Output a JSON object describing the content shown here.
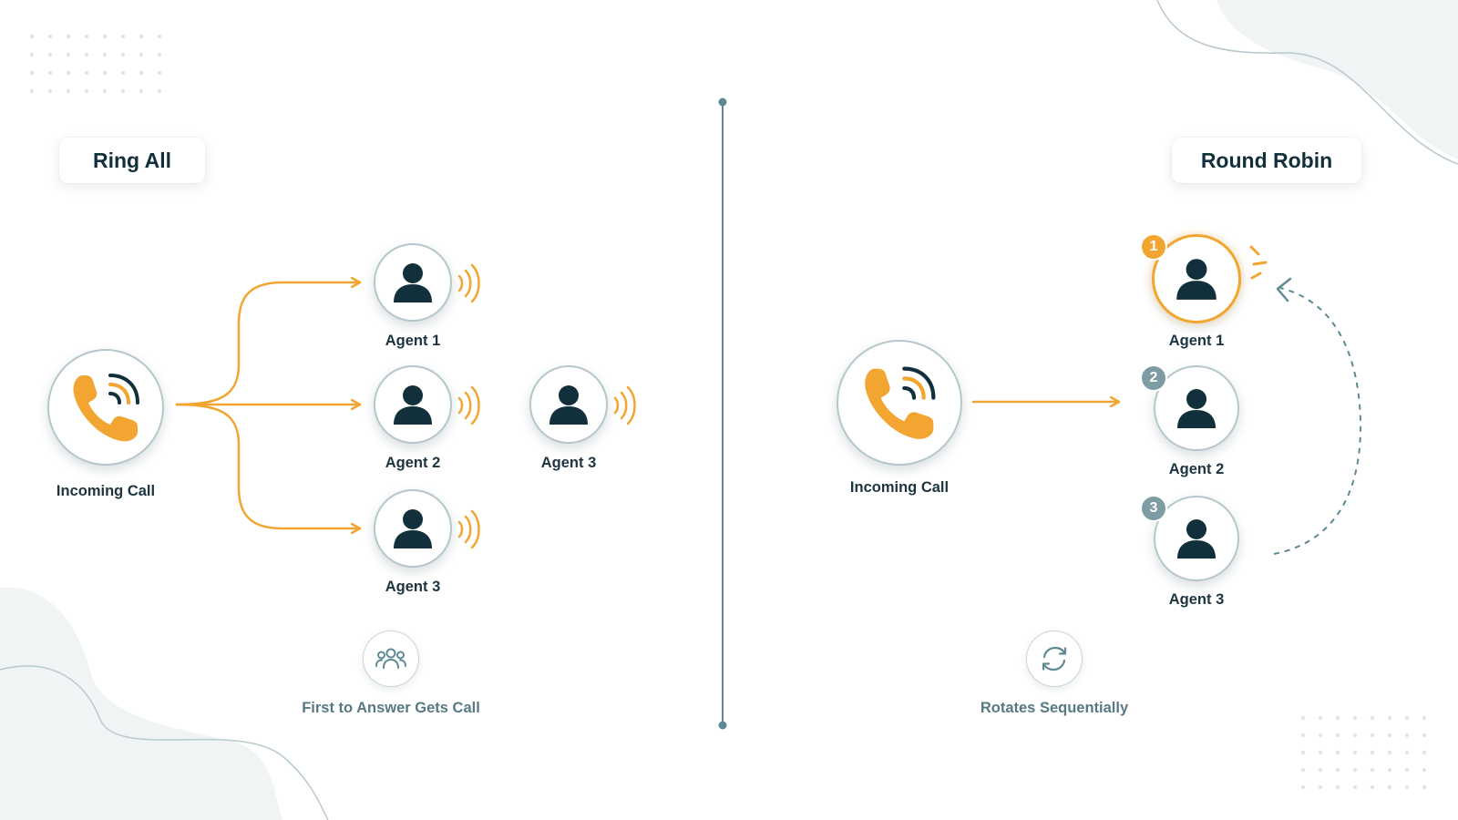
{
  "colors": {
    "accent": "#f2a531",
    "dark": "#12303c",
    "teal": "#5f8a93",
    "badge_gray": "#7e9ca3"
  },
  "ring_all": {
    "title": "Ring All",
    "incoming_label": "Incoming Call",
    "agents": [
      "Agent 1",
      "Agent 2",
      "Agent 3"
    ],
    "extra_agent": "Agent 3",
    "footer_icon": "group-icon",
    "footer": "First to Answer Gets Call"
  },
  "round_robin": {
    "title": "Round Robin",
    "incoming_label": "Incoming Call",
    "agents": [
      {
        "badge": "1",
        "label": "Agent 1"
      },
      {
        "badge": "2",
        "label": "Agent 2"
      },
      {
        "badge": "3",
        "label": "Agent 3"
      }
    ],
    "footer_icon": "refresh-icon",
    "footer": "Rotates Sequentially"
  }
}
